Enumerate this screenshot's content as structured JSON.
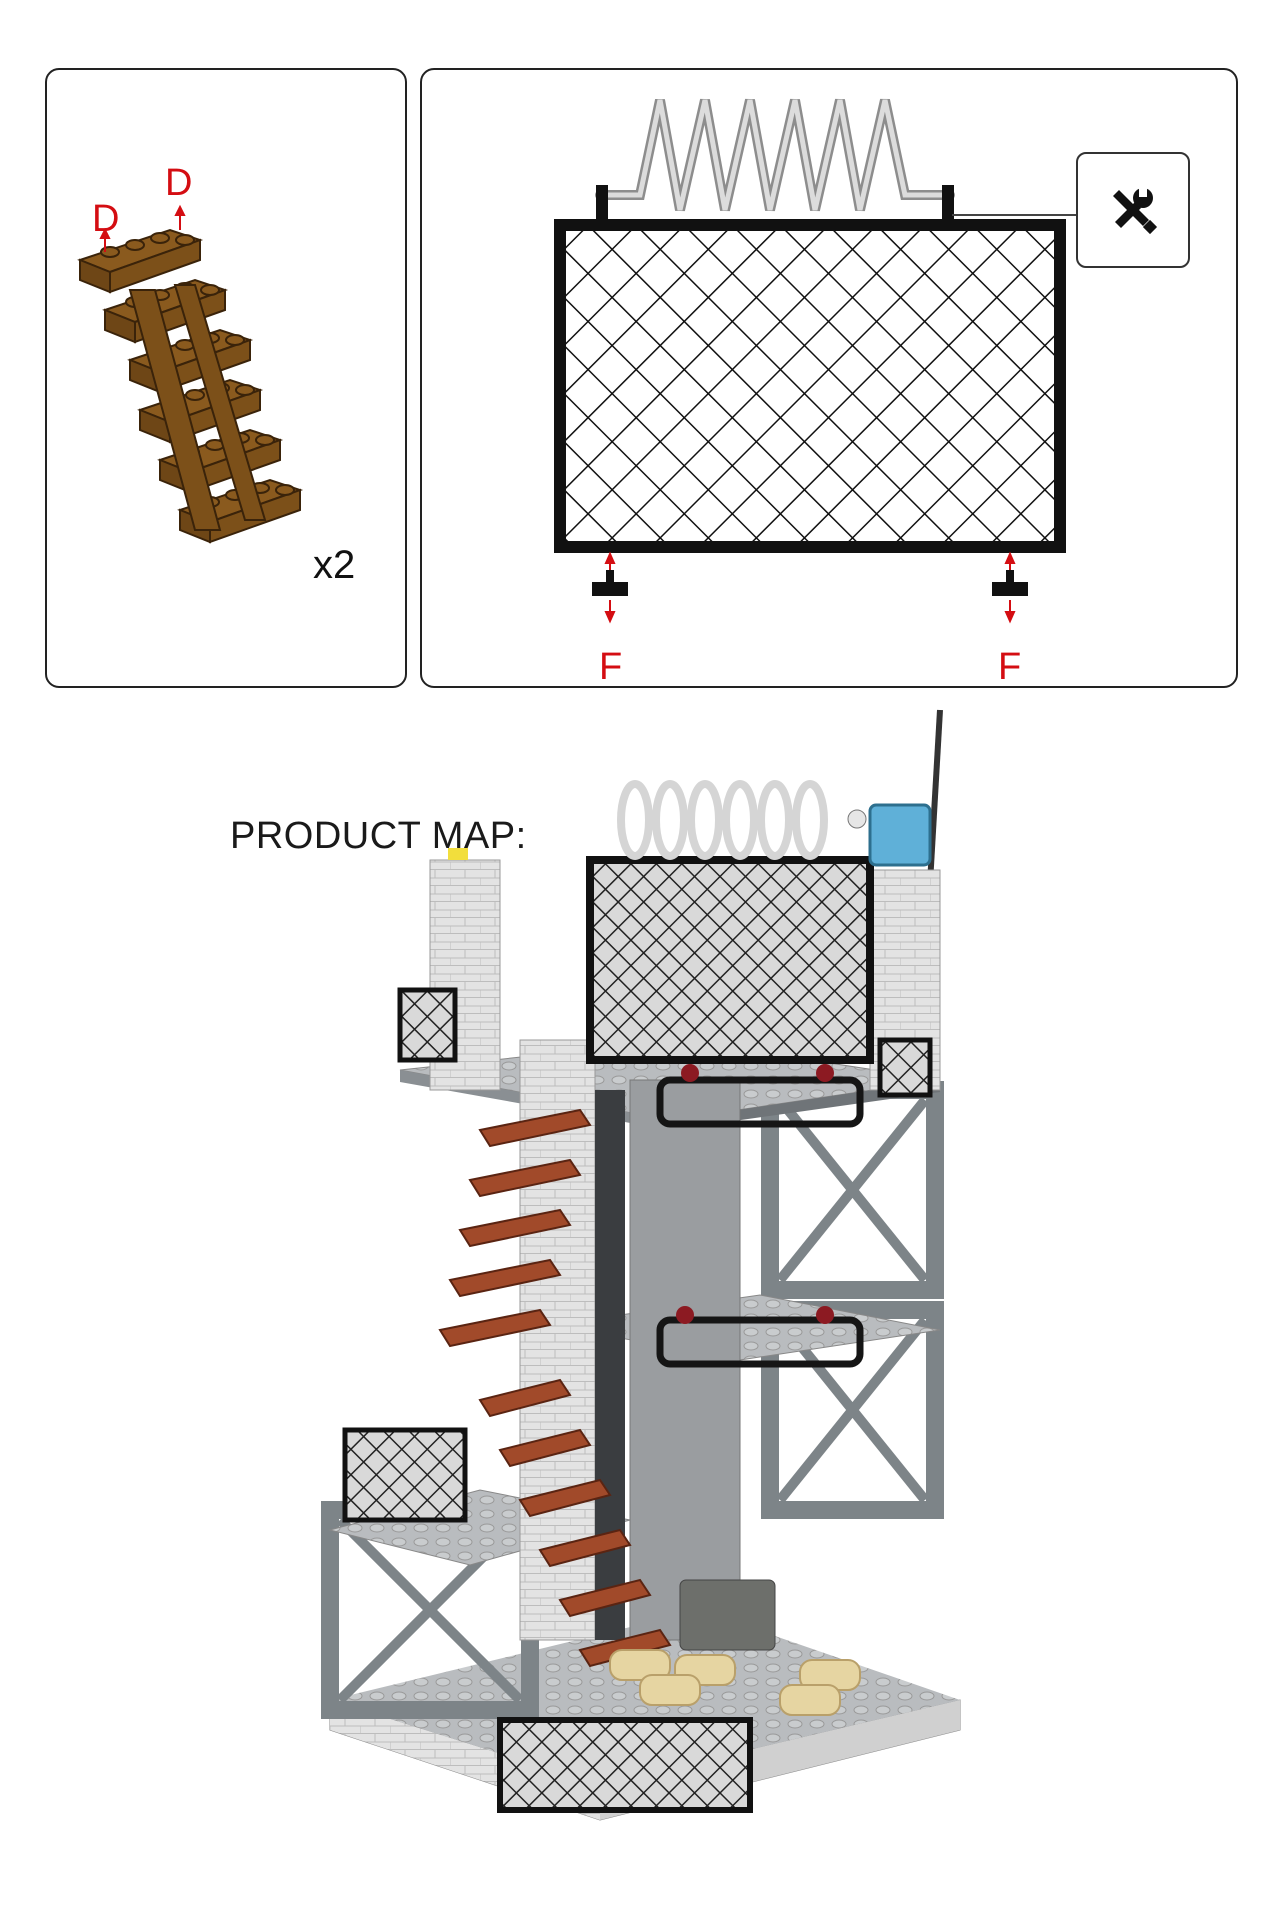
{
  "step_left": {
    "label_d1": "D",
    "label_d2": "D",
    "quantity": "x2",
    "part_color": "#8a5a1e"
  },
  "step_right": {
    "label_f1": "F",
    "label_f2": "F",
    "tool_icon": "wrench-screwdriver-icon",
    "accent": "#d40d12"
  },
  "product": {
    "title": "PRODUCT MAP:"
  }
}
